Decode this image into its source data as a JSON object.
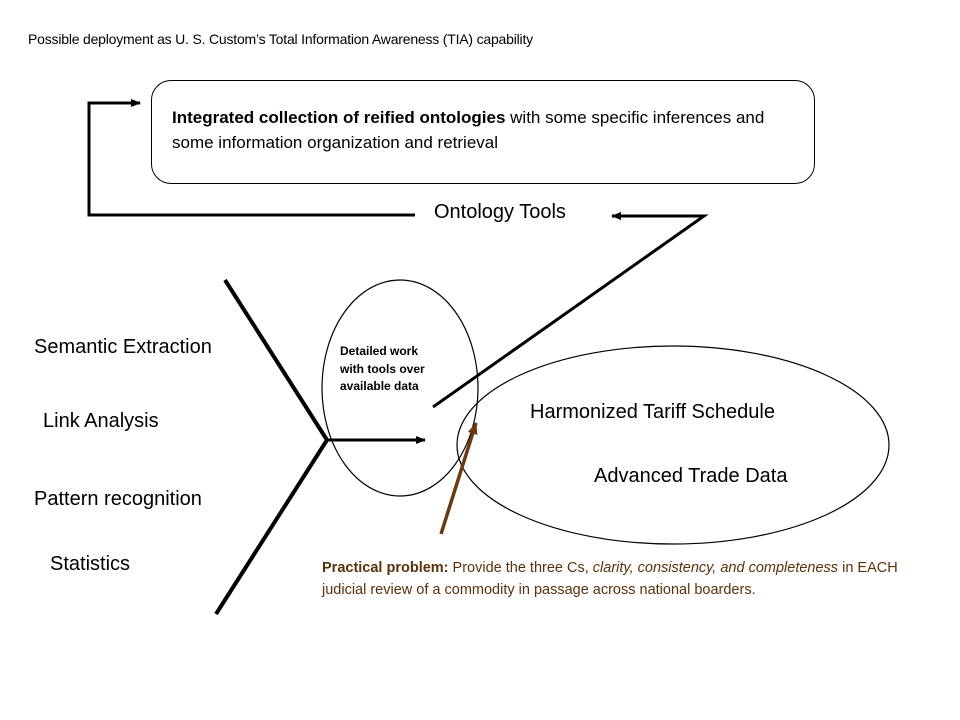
{
  "caption": "Possible deployment as U. S. Custom’s Total Information Awareness (TIA) capability",
  "ontology_box": {
    "bold": "Integrated collection of reified ontologies",
    "rest": " with some specific inferences and some information organization and retrieval"
  },
  "ontology_tools": "Ontology Tools",
  "methods": [
    "Semantic Extraction",
    "Link Analysis",
    "Pattern recognition",
    "Statistics"
  ],
  "detail_circle": [
    "Detailed work",
    "with tools over",
    "available data"
  ],
  "trade_ellipse": {
    "line1": "Harmonized Tariff Schedule",
    "line2": "Advanced Trade Data"
  },
  "practical": {
    "label": "Practical problem:",
    "part1": " Provide the three Cs, ",
    "italic": "clarity, consistency, and completeness",
    "part2": " in EACH judicial review of a commodity in passage across national boarders."
  },
  "colors": {
    "arrow_brown": "#6b3a10",
    "practical_text": "#5a3209",
    "line": "#000000"
  }
}
